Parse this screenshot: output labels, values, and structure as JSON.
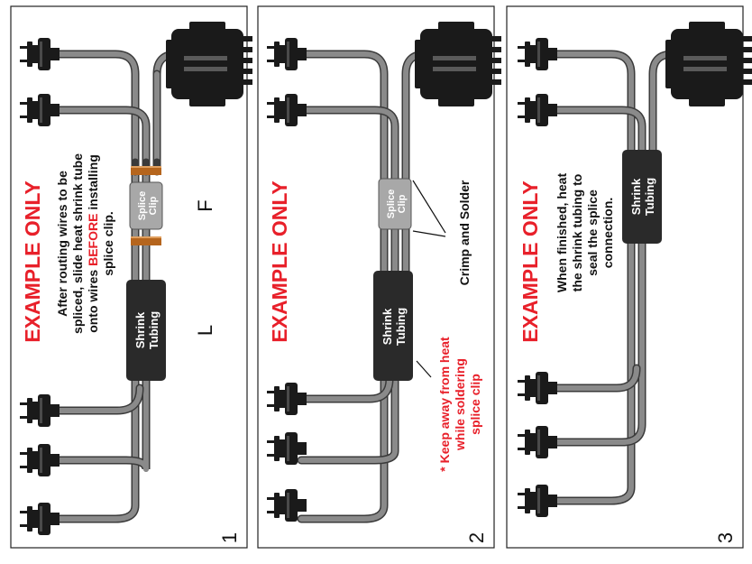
{
  "colors": {
    "red": "#e8202a",
    "wire": "#8a8a8a",
    "wire_edge": "#3a3a3a",
    "connector": "#1a1a1a",
    "tubing": "#2a2a2a",
    "copper": "#b5651d",
    "clip": "#9a9a9a",
    "border": "#222222"
  },
  "panels": [
    {
      "number": "1",
      "heading": "EXAMPLE ONLY",
      "note_lines": [
        "After routing wires to be",
        "spliced, slide heat shrink tube",
        "onto wires",
        "BEFORE",
        "installing",
        "splice clip."
      ],
      "clip_label": [
        "Splice",
        "Clip"
      ],
      "tube_label": [
        "Shrink",
        "Tubing"
      ],
      "letter_f": "F",
      "letter_l": "L"
    },
    {
      "number": "2",
      "heading": "EXAMPLE ONLY",
      "clip_label": [
        "Splice",
        "Clip"
      ],
      "tube_label": [
        "Shrink",
        "Tubing"
      ],
      "callout_crimp": "Crimp and Solder",
      "callout_heat_lines": [
        "* Keep away from heat",
        "while soldering",
        "splice clip"
      ]
    },
    {
      "number": "3",
      "heading": "EXAMPLE ONLY",
      "note_lines": [
        "When finished, heat",
        "the shrink tubing to",
        "seal the splice",
        "connection."
      ],
      "tube_label": [
        "Shrink",
        "Tubing"
      ]
    }
  ]
}
